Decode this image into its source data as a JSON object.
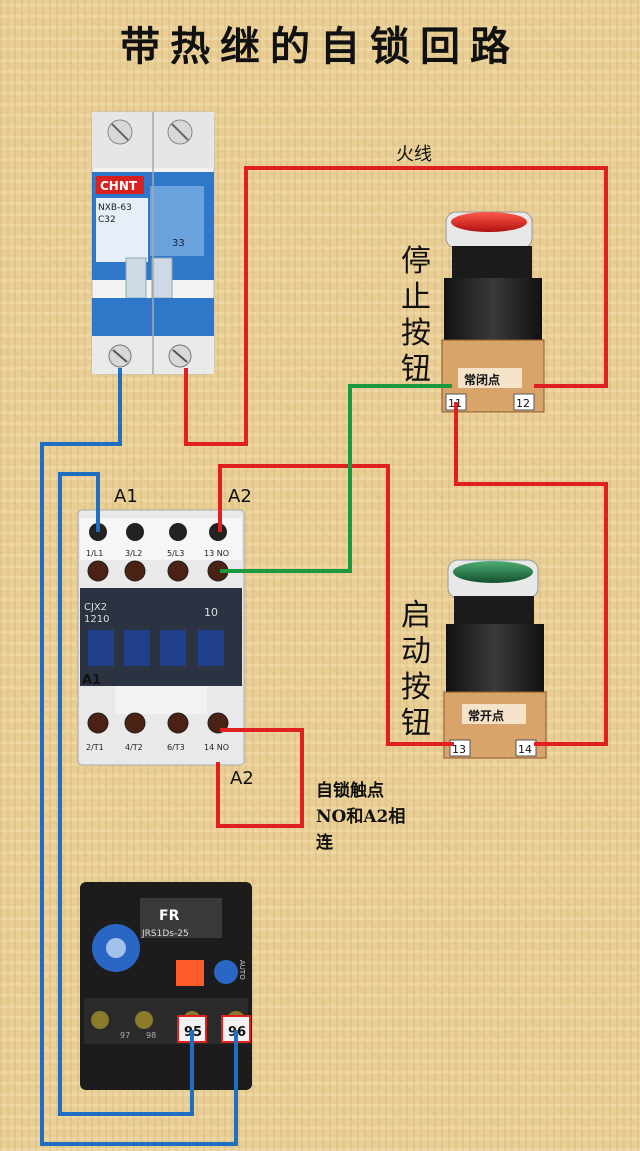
{
  "title": "带热继的自锁回路",
  "wire_label_fire": "火线",
  "stop_button": {
    "label": "停止按钮",
    "contact": "常闭点",
    "t1": "11",
    "t2": "12"
  },
  "start_button": {
    "label": "启动按钮",
    "contact": "常开点",
    "t1": "13",
    "t2": "14"
  },
  "breaker": {
    "brand": "CHNT",
    "model": "NXB-63",
    "rating": "C32",
    "code": "33"
  },
  "contactor": {
    "top_terminals": [
      "1/L1",
      "3/L2",
      "5/L3",
      "13 NO"
    ],
    "bottom_terminals": [
      "2/T1",
      "4/T2",
      "6/T3",
      "14 NO"
    ],
    "model": "CJX2\n1210",
    "model_line1": "CJX2",
    "model_line2": "1210",
    "aux": "10",
    "a1_side": "A1"
  },
  "labels": {
    "a1": "A1",
    "a2_top": "A2",
    "a2_bottom": "A2"
  },
  "note_lines": [
    "自锁触点",
    "NO和A2相",
    "连"
  ],
  "relay": {
    "tag": "FR",
    "model": "JRS1Ds-25",
    "t95": "95",
    "t96": "96",
    "t97": "97",
    "t98": "98",
    "auto": "AUTO"
  },
  "colors": {
    "red_wire": "#e02020",
    "blue_wire": "#1e6fc0",
    "green_wire": "#1a9a40"
  }
}
